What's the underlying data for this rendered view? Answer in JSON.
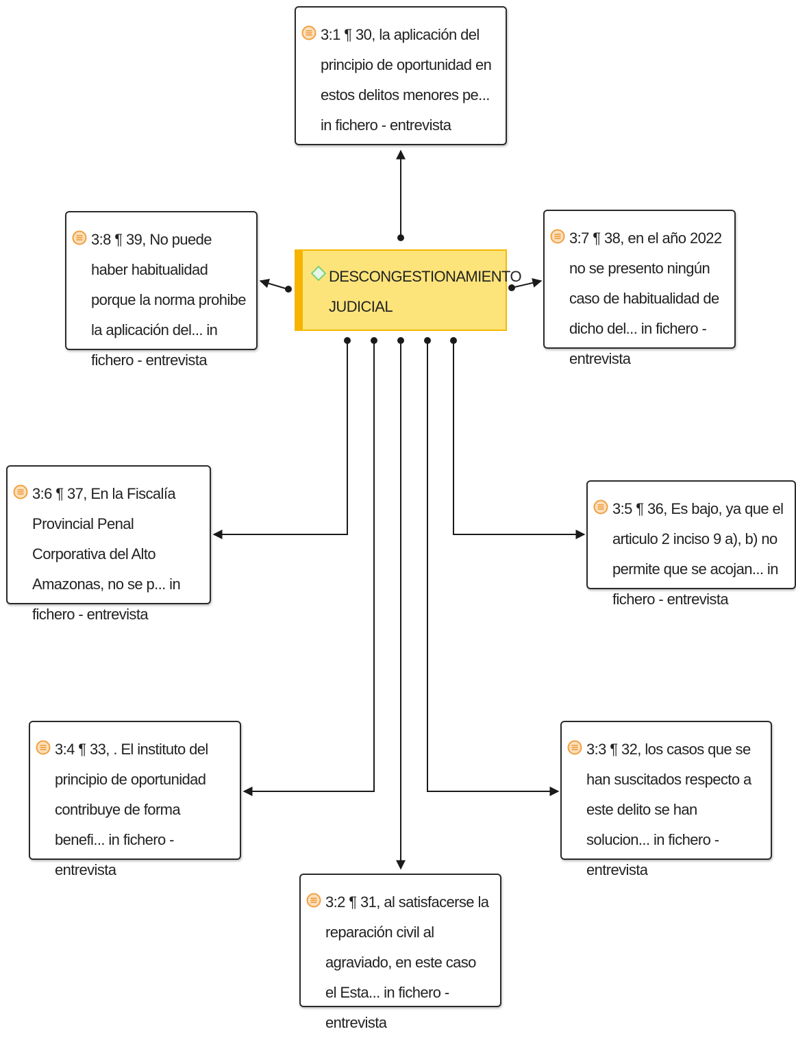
{
  "center": {
    "label": "DESCONGESTIONAMIENTO JUDICIAL",
    "icon": "code-diamond-icon",
    "fill_color": "#fde47a",
    "accent_color": "#f5b400"
  },
  "quotations": [
    {
      "id": "q31",
      "text": "3:1 ¶ 30, la aplicación del principio de oportunidad en estos delitos menores pe... in fichero - entrevista"
    },
    {
      "id": "q38",
      "text": "3:8 ¶ 39, No puede haber habitualidad porque la norma prohibe la aplicación del... in fichero - entrevista"
    },
    {
      "id": "q37",
      "text": "3:7 ¶ 38, en el año 2022 no se presento ningún caso de habitualidad de dicho del... in fichero - entrevista"
    },
    {
      "id": "q36",
      "text": "3:6 ¶ 37, En la Fiscalía Provincial Penal Corporativa del Alto Amazonas, no se p... in fichero - entrevista"
    },
    {
      "id": "q35",
      "text": "3:5 ¶ 36, Es bajo, ya que el articulo 2 inciso 9 a), b) no permite que se acojan... in fichero - entrevista"
    },
    {
      "id": "q34",
      "text": "3:4 ¶ 33, . El instituto del principio de oportunidad contribuye de forma benefi... in fichero - entrevista"
    },
    {
      "id": "q33",
      "text": "3:3 ¶ 32, los casos que se han suscitados respecto a este delito se han solucion... in fichero - entrevista"
    },
    {
      "id": "q32",
      "text": "3:2 ¶ 31, al satisfacerse la reparación civil al agraviado, en este caso el Esta... in fichero - entrevista"
    }
  ],
  "colors": {
    "quotation_icon": "#f0a040",
    "quotation_icon_bg": "#fbe0bd",
    "code_icon": "#7ccf7c",
    "link": "#1a1a1a"
  }
}
